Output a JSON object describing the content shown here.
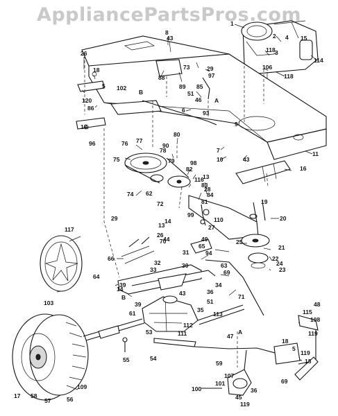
{
  "watermark": "AppliancePartsPros.com",
  "section_letters": [
    "A",
    "B",
    "B",
    "A"
  ],
  "part_numbers": [
    "1",
    "2",
    "3",
    "114",
    "118",
    "118",
    "106",
    "26",
    "8",
    "43",
    "88",
    "89",
    "85",
    "73",
    "29",
    "97",
    "51",
    "46",
    "6",
    "93",
    "9",
    "18",
    "5",
    "120",
    "102",
    "86",
    "96",
    "18",
    "11",
    "7",
    "10",
    "43",
    "16",
    "80",
    "76",
    "77",
    "90",
    "78",
    "75",
    "79",
    "98",
    "82",
    "13",
    "116",
    "83",
    "28",
    "84",
    "74",
    "62",
    "72",
    "81",
    "99",
    "110",
    "14",
    "27",
    "13",
    "19",
    "20",
    "117",
    "25",
    "21",
    "22",
    "23",
    "24",
    "26",
    "70",
    "66",
    "33",
    "63",
    "69",
    "71",
    "64",
    "39",
    "14",
    "30",
    "32",
    "31",
    "36",
    "34",
    "103",
    "39",
    "43",
    "51",
    "48",
    "35",
    "113",
    "111",
    "112",
    "61",
    "53",
    "55",
    "54",
    "115",
    "108",
    "119",
    "47",
    "18",
    "119",
    "5",
    "18",
    "109",
    "56",
    "57",
    "58",
    "17",
    "59",
    "107",
    "101",
    "100",
    "119",
    "36",
    "45",
    "69",
    "44",
    "49",
    "65",
    "94",
    "29",
    "15",
    "4",
    "12"
  ]
}
